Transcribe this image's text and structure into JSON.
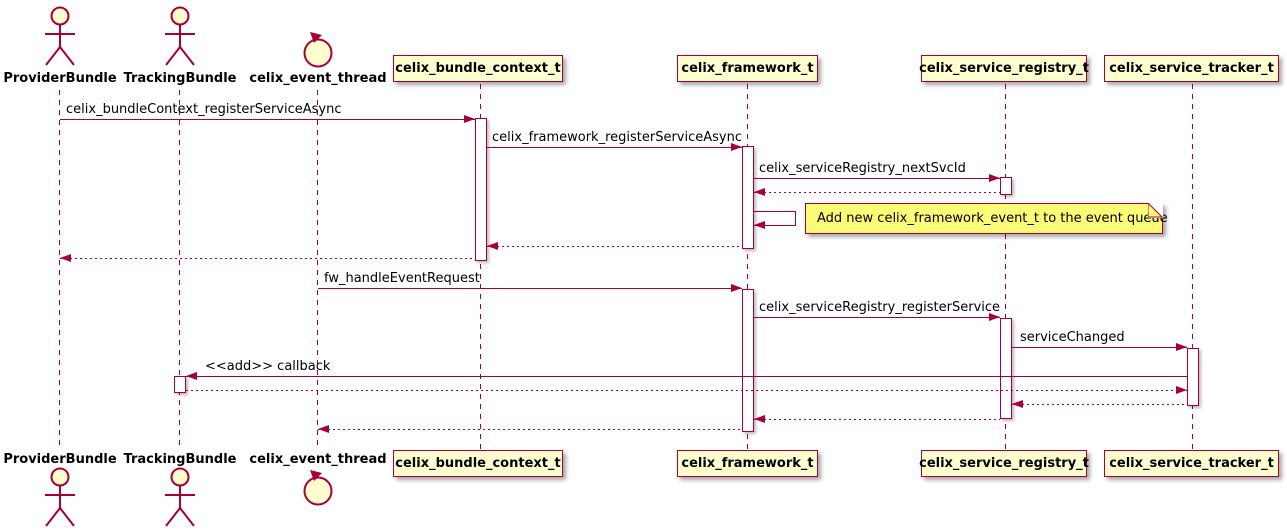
{
  "diagram": {
    "type": "uml-sequence-diagram",
    "colors": {
      "line": "#A80036",
      "participant_fill": "#FEFECE",
      "note_fill": "#FBFB77",
      "background": "#FFFFFF",
      "text": "#000000"
    },
    "participants": {
      "provider": "ProviderBundle",
      "tracking": "TrackingBundle",
      "event_thread": "celix_event_thread",
      "context": "celix_bundle_context_t",
      "framework": "celix_framework_t",
      "registry": "celix_service_registry_t",
      "tracker": "celix_service_tracker_t"
    },
    "messages": {
      "m1": "celix_bundleContext_registerServiceAsync",
      "m2": "celix_framework_registerServiceAsync",
      "m3": "celix_serviceRegistry_nextSvcId",
      "m4": "fw_handleEventRequest",
      "m5": "celix_serviceRegistry_registerService",
      "m6": "serviceChanged",
      "m7": "<<add>> callback"
    },
    "note": {
      "text": "Add new celix_framework_event_t to the event queue"
    },
    "icons": {
      "provider": "actor-stick-figure-icon",
      "tracking": "actor-stick-figure-icon",
      "event_thread": "control-loop-icon"
    }
  }
}
